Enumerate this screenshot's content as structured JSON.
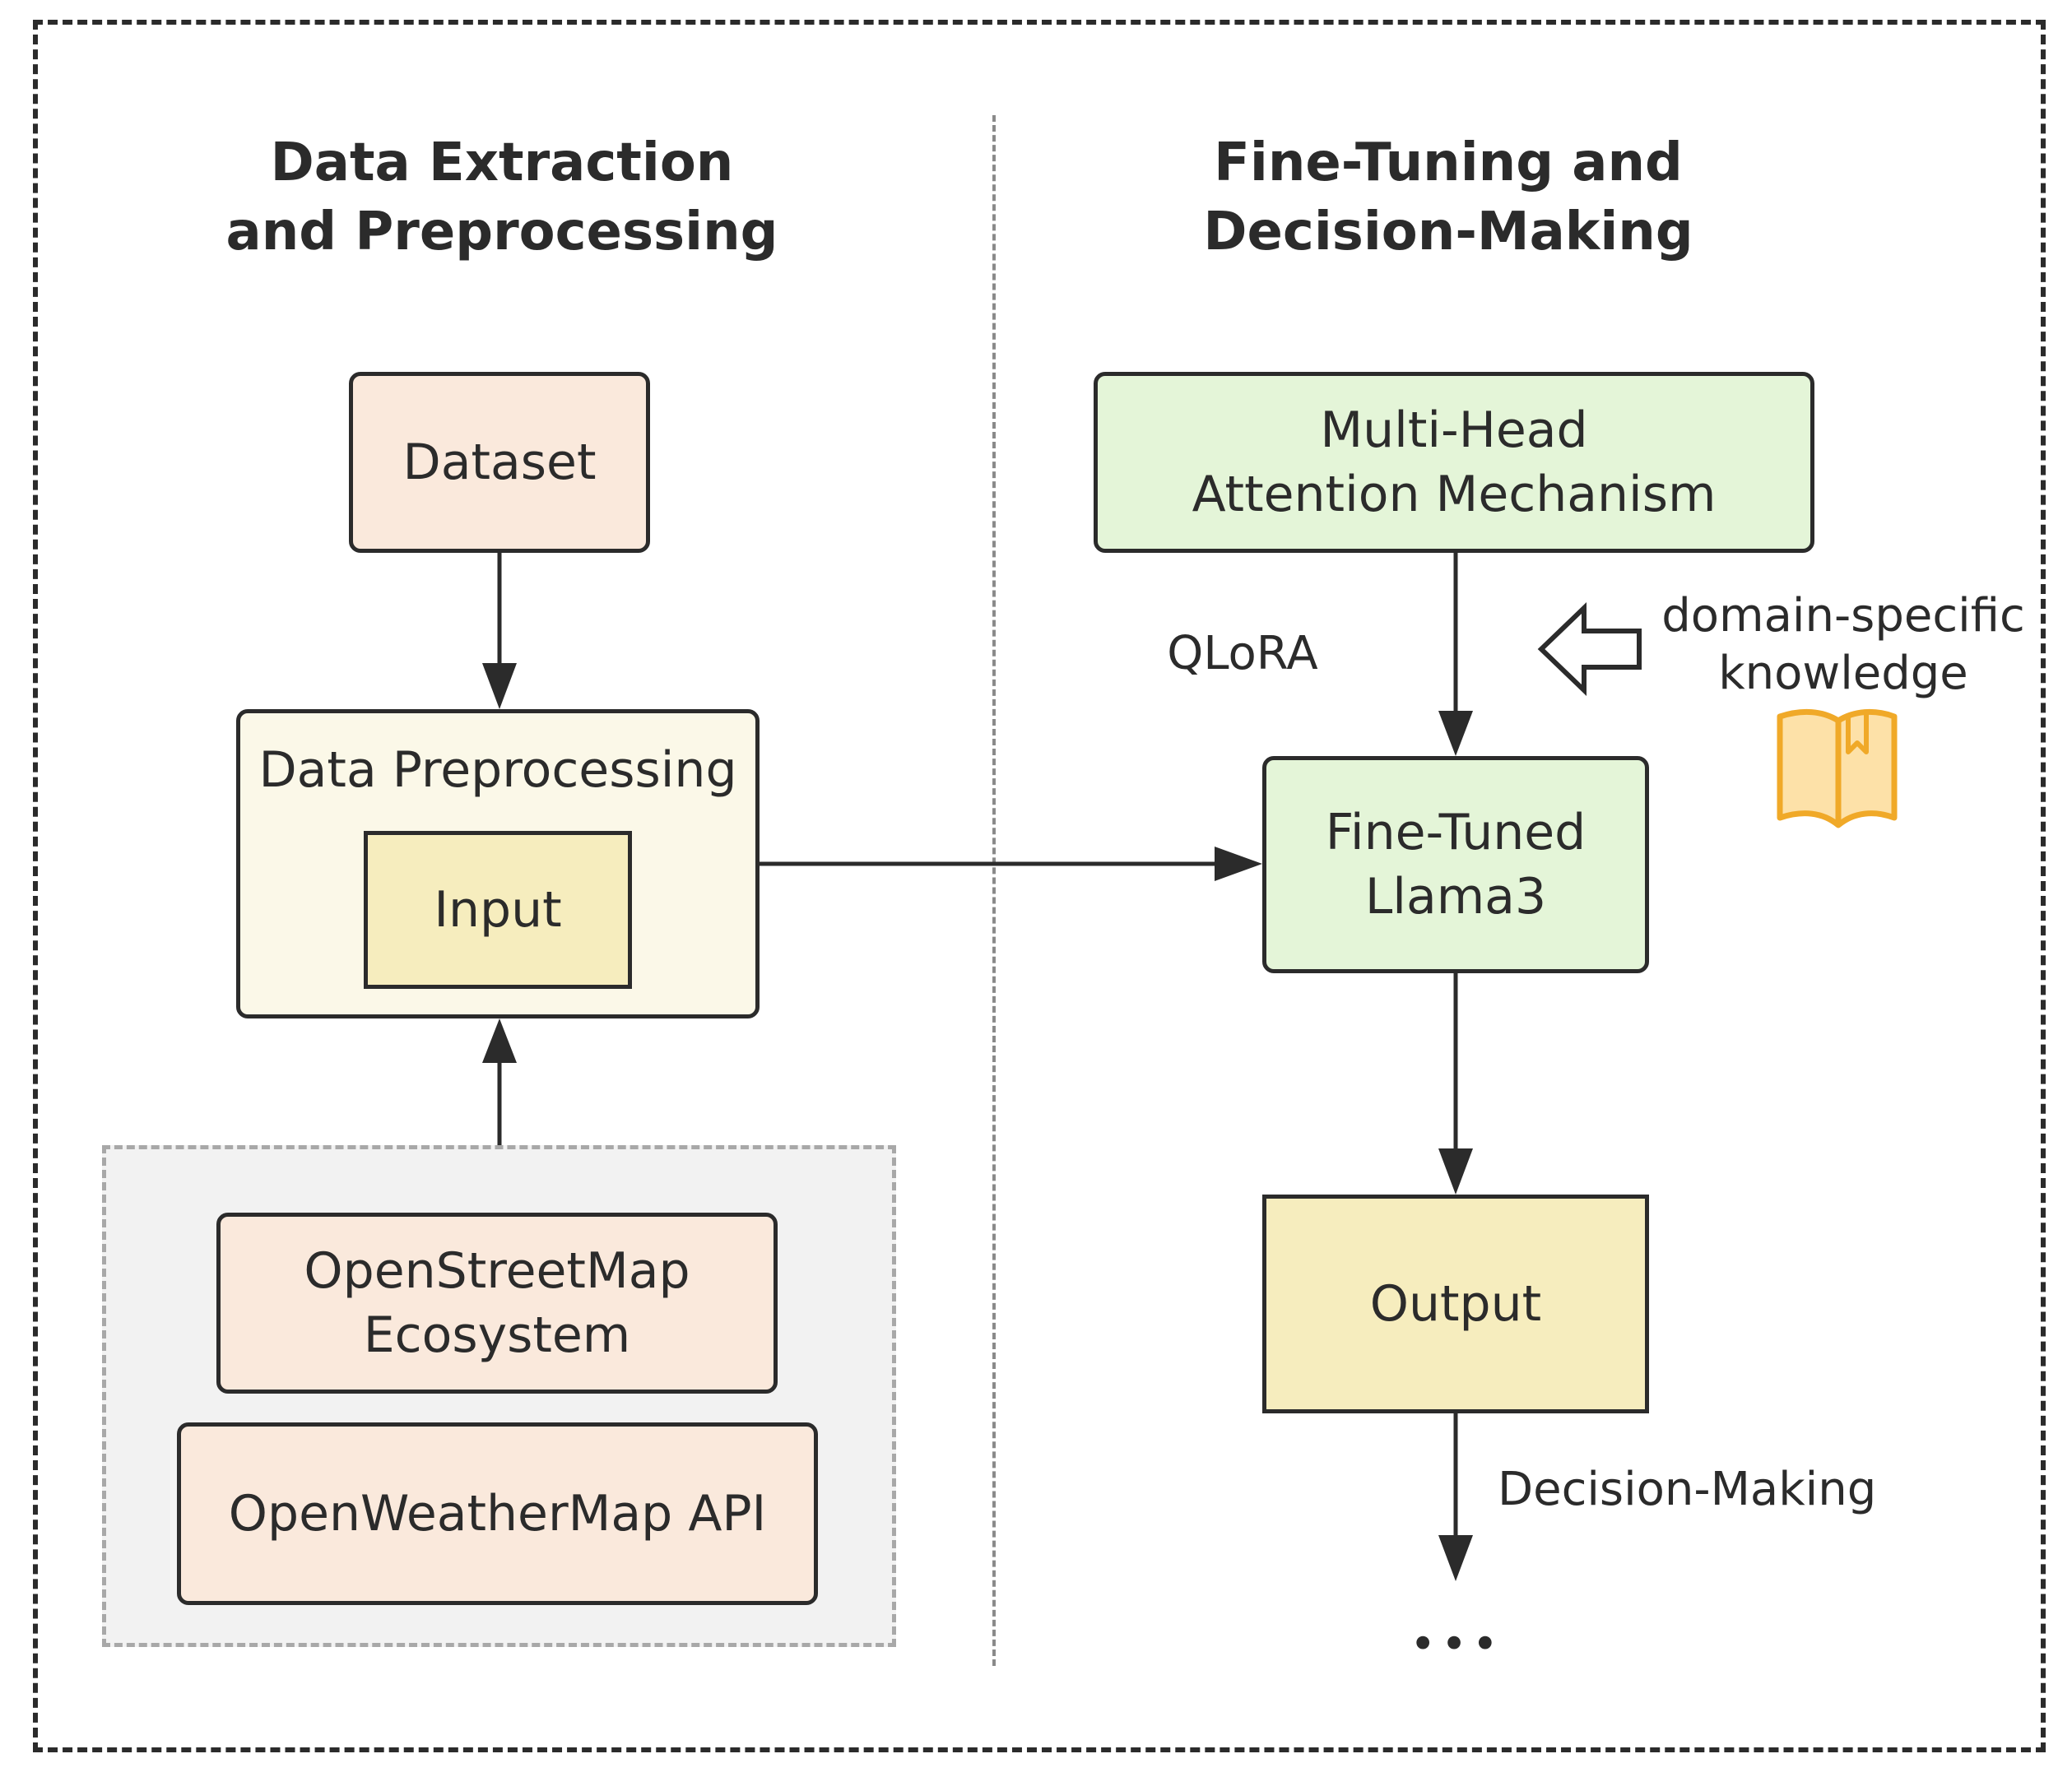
{
  "left_panel": {
    "heading": [
      "Data Extraction",
      "and Preprocessing"
    ],
    "dataset_label": "Dataset",
    "preprocessing_label": "Data Preprocessing",
    "input_label": "Input",
    "sources": {
      "osm_label": [
        "OpenStreetMap",
        "Ecosystem"
      ],
      "owm_label": "OpenWeatherMap API"
    }
  },
  "right_panel": {
    "heading": [
      "Fine-Tuning and",
      "Decision-Making"
    ],
    "attention_label": [
      "Multi-Head",
      "Attention Mechanism"
    ],
    "qlora_label": "QLoRA",
    "knowledge_label": [
      "domain-specific",
      "knowledge"
    ],
    "llama_label": [
      "Fine-Tuned",
      "Llama3"
    ],
    "output_label": "Output",
    "decision_label": "Decision-Making",
    "ellipsis": "•••"
  },
  "colors": {
    "peach": "#fae9dc",
    "cream": "#fbf8e8",
    "yellow": "#f6edbe",
    "green": "#e4f5d8",
    "group_gray": "#f2f2f2",
    "book_orange": "#f0a928",
    "book_fill": "#fde1a8",
    "stroke": "#2b2b2b"
  },
  "icons": [
    "book-icon",
    "hollow-left-arrow-icon"
  ]
}
